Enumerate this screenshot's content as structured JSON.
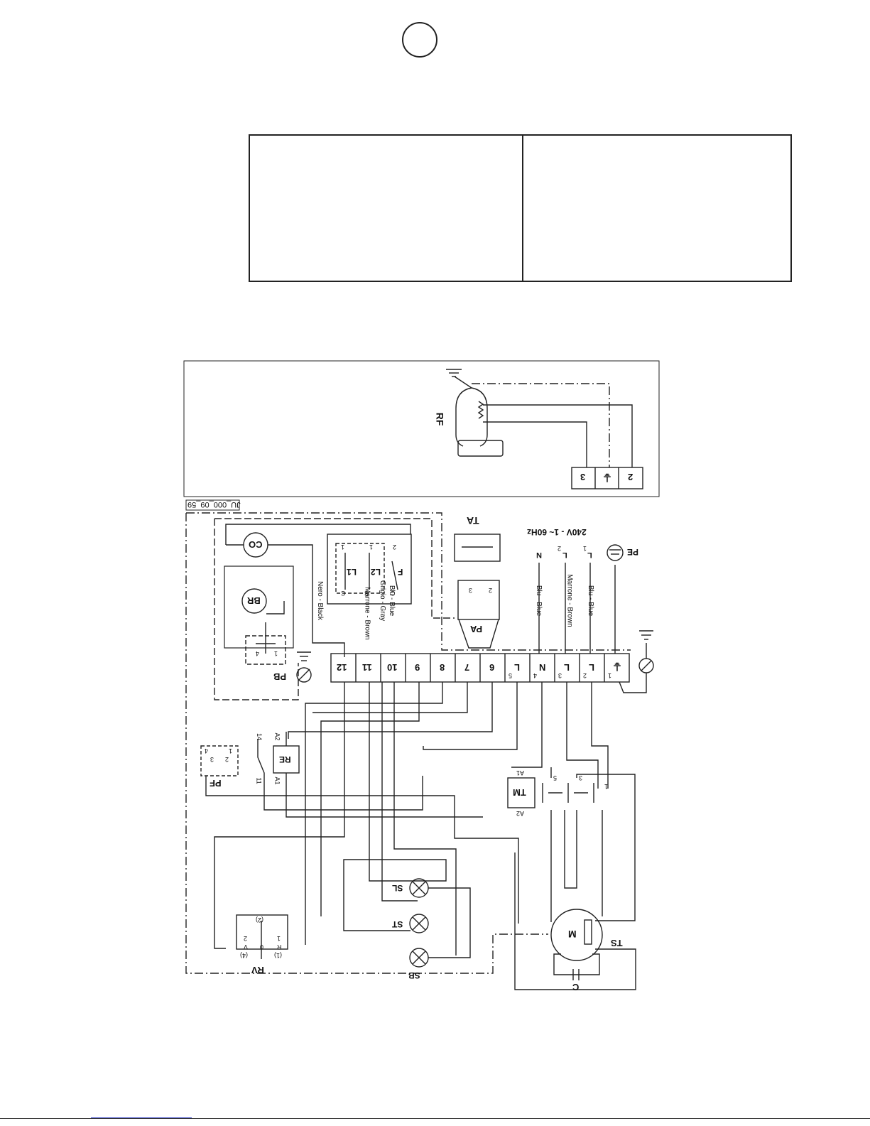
{
  "drawing_code": "JU_000_09_59",
  "supply": {
    "voltage": "240V - 1~ 60Hz"
  },
  "earth_symbol": "PE",
  "components": {
    "RF": "RF",
    "TA": "TA",
    "CO": "CO",
    "BR": "BR",
    "PB": "PB",
    "PA": "PA",
    "F": "F",
    "L1": "L1",
    "L2": "L2",
    "RE": "RE",
    "PF": "PF",
    "TM": "TM",
    "M": "M",
    "TS": "TS",
    "C": "C",
    "SL": "SL",
    "ST": "ST",
    "SB": "SB",
    "RV": "RV"
  },
  "wire_labels": [
    "Nero - Black",
    "Marrone - Brown",
    "Grigio - Gray",
    "Blu - Blue",
    "Blu - Blue",
    "Marrone - Brown",
    "Blu - Blue"
  ],
  "terminal_block": [
    {
      "label": "12"
    },
    {
      "label": "11"
    },
    {
      "label": "10"
    },
    {
      "label": "9"
    },
    {
      "label": "8"
    },
    {
      "label": "7"
    },
    {
      "label": "6"
    },
    {
      "label": "L",
      "sub": "5"
    },
    {
      "label": "N",
      "sub": "4"
    },
    {
      "label": "L",
      "sub": "3"
    },
    {
      "label": "L",
      "sub": "2"
    },
    {
      "label": "⏚",
      "sub": "1"
    }
  ],
  "rf_terminals": [
    "3",
    "⏚",
    "2"
  ],
  "supply_lines": [
    {
      "label": "N"
    },
    {
      "label": "L",
      "sub": "2"
    },
    {
      "label": "L",
      "sub": "1"
    }
  ],
  "re_pins": [
    "A2",
    "14",
    "A1",
    "11"
  ],
  "tm_pins": [
    "A1",
    "A2"
  ],
  "tm_contacts": [
    "5",
    "3",
    "1"
  ],
  "pf_pins": [
    "4",
    "3",
    "2",
    "1"
  ],
  "pb_pins": [
    "4",
    "1"
  ],
  "fl_pins": [
    "1",
    "1",
    "2",
    "C",
    "C",
    "C"
  ],
  "pa_pins": [
    "3",
    "2"
  ],
  "rv_pins": {
    "top": [
      "(4)",
      "V",
      "2",
      "0",
      "(2)",
      "R",
      "1",
      "(1)"
    ]
  }
}
